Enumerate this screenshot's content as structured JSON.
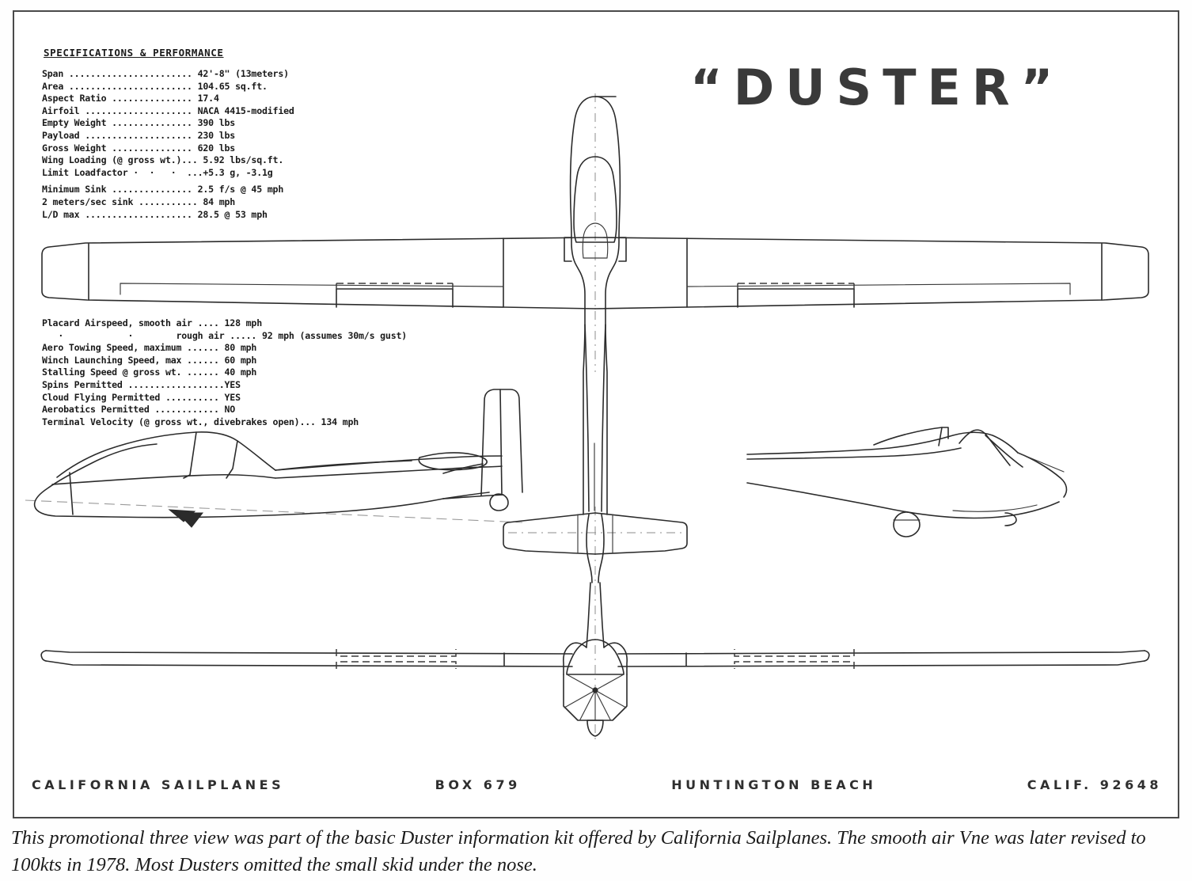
{
  "document": {
    "type": "promotional-three-view-drawing",
    "title_logo": "“DUSTER”"
  },
  "specifications": {
    "heading": "SPECIFICATIONS & PERFORMANCE",
    "primary_rows": [
      {
        "label": "Span",
        "leader": " ....................... ",
        "value": "42'-8\" (13meters)"
      },
      {
        "label": "Area",
        "leader": " ....................... ",
        "value": "104.65 sq.ft."
      },
      {
        "label": "Aspect Ratio",
        "leader": " ............... ",
        "value": "17.4"
      },
      {
        "label": "Airfoil",
        "leader": " .................... ",
        "value": "NACA 4415-modified"
      },
      {
        "label": "Empty Weight",
        "leader": " ............... ",
        "value": "390 lbs"
      },
      {
        "label": "Payload",
        "leader": " .................... ",
        "value": "230 lbs"
      },
      {
        "label": "Gross Weight",
        "leader": " ............... ",
        "value": "620 lbs"
      },
      {
        "label": "Wing Loading (@ gross wt.)",
        "leader": "... ",
        "value": "5.92 lbs/sq.ft."
      },
      {
        "label": "Limit Loadfactor ·  ·   ·",
        "leader": "  ...",
        "value": "+5.3 g, -3.1g"
      }
    ],
    "secondary_rows": [
      {
        "label": "Minimum Sink",
        "leader": " ............... ",
        "value": "2.5 f/s @ 45 mph"
      },
      {
        "label": "2 meters/sec sink",
        "leader": " ........... ",
        "value": "84 mph"
      },
      {
        "label": "L/D max",
        "leader": " .................... ",
        "value": "28.5 @ 53 mph"
      }
    ],
    "performance_rows": [
      {
        "label": "Placard Airspeed, smooth air",
        "leader": " .... ",
        "value": "128 mph"
      },
      {
        "label": "   ·            ·        rough air",
        "leader": " ..... ",
        "value": "92 mph (assumes 30m/s gust)"
      },
      {
        "label": "Aero Towing Speed, maximum",
        "leader": " ...... ",
        "value": "80 mph"
      },
      {
        "label": "Winch Launching Speed, max",
        "leader": " ...... ",
        "value": "60 mph"
      },
      {
        "label": "Stalling Speed @ gross wt.",
        "leader": " ...... ",
        "value": "40 mph"
      },
      {
        "label": "Spins Permitted",
        "leader": " ..................",
        "value": "YES"
      },
      {
        "label": "Cloud Flying Permitted",
        "leader": " .......... ",
        "value": "YES"
      },
      {
        "label": "Aerobatics Permitted",
        "leader": " ............ ",
        "value": "NO"
      },
      {
        "label": "Terminal Velocity (@ gross wt., divebrakes open)",
        "leader": "... ",
        "value": "134 mph"
      }
    ]
  },
  "footer": {
    "company": "CALIFORNIA  SAILPLANES",
    "box": "BOX  679",
    "city": "HUNTINGTON  BEACH",
    "state_zip": "CALIF.  92648"
  },
  "caption": {
    "text": "This promotional three view was part of the basic Duster information kit offered by California Sailplanes. The smooth air Vne was later revised to 100kts in 1978. Most Dusters omitted the small skid under the nose."
  },
  "views": {
    "top_plan": "top-plan-view",
    "side_profile": "side-profile-view",
    "rear_quarter": "rear-quarter-view",
    "front_plan": "front-plan-view"
  },
  "colors": {
    "ink": "#2b2b2b",
    "frame": "#4a4a4a",
    "paper": "#ffffff",
    "logo": "#3a3a3a"
  }
}
